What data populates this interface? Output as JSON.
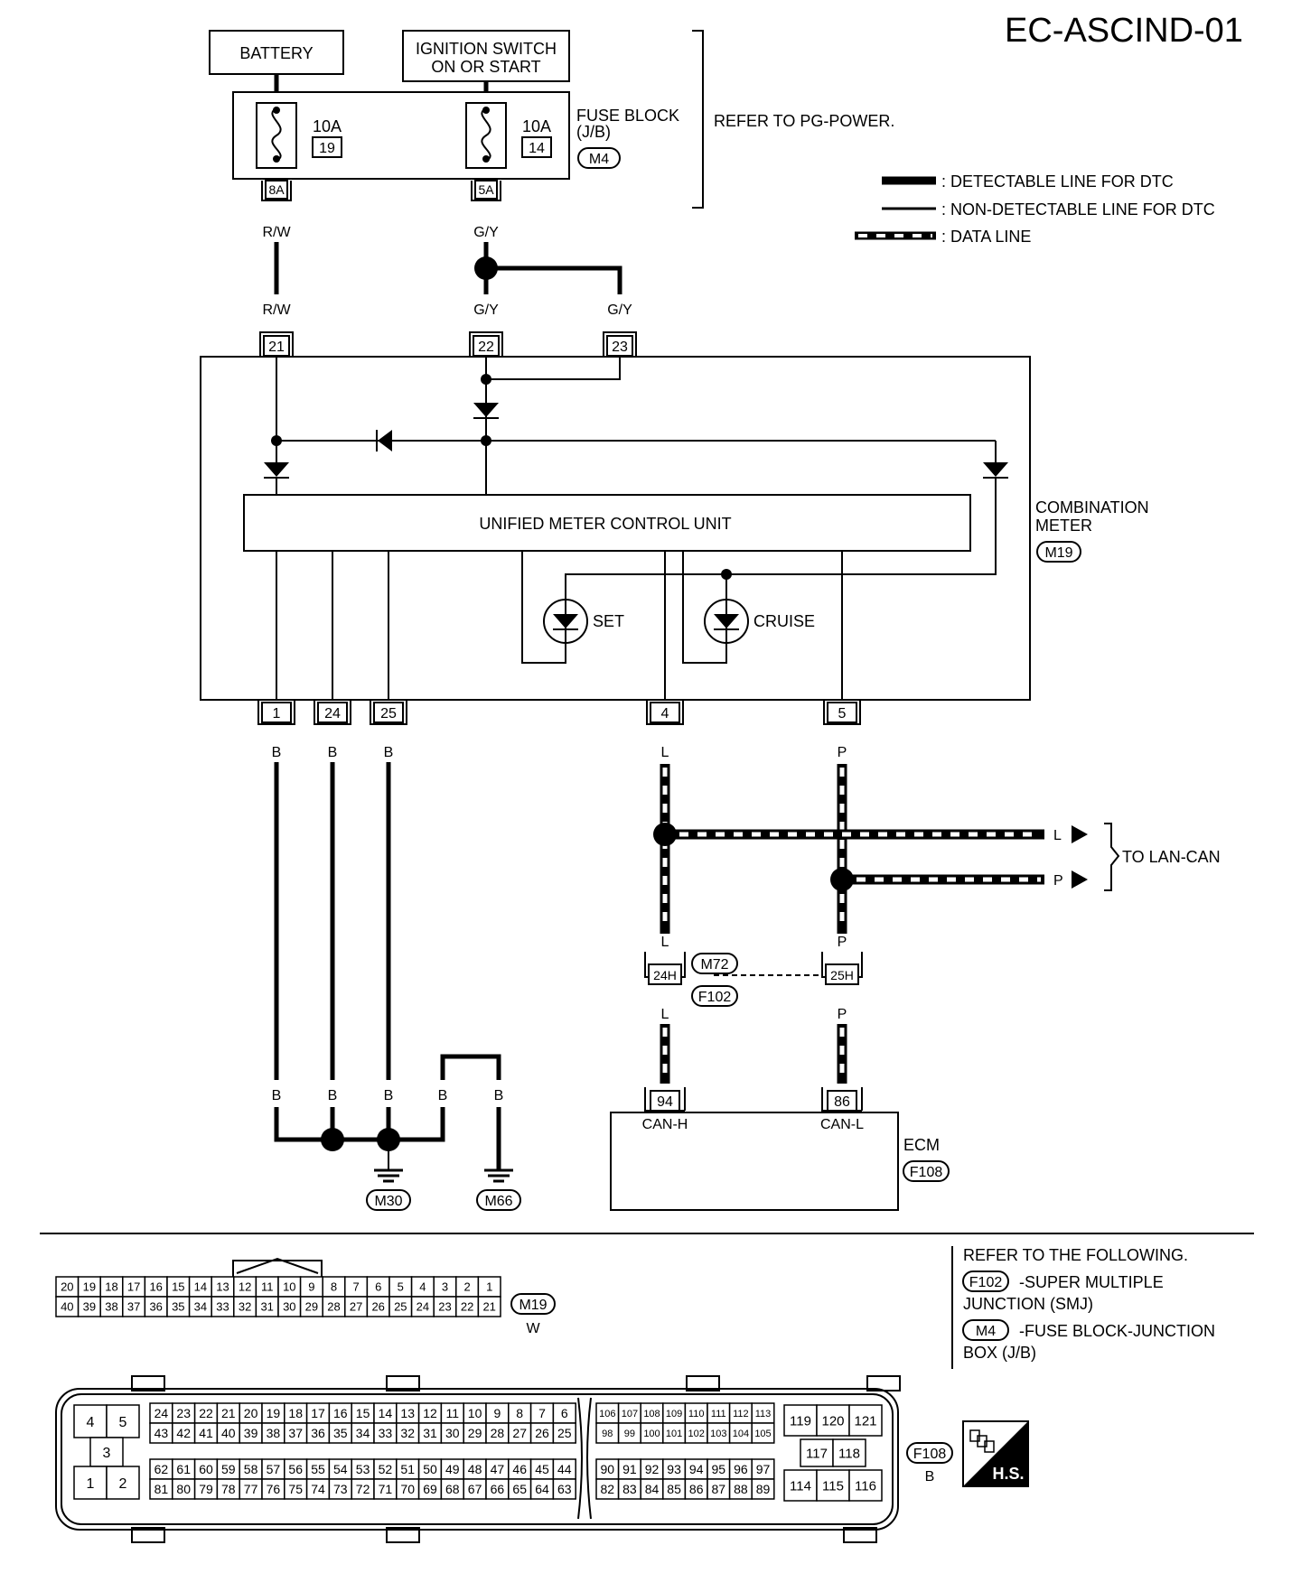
{
  "page_title": "EC-ASCIND-01",
  "supply": {
    "battery": "BATTERY",
    "ignition_line1": "IGNITION SWITCH",
    "ignition_line2": "ON OR START",
    "fuse_amp_1": "10A",
    "fuse_num_1": "19",
    "fuse_amp_2": "10A",
    "fuse_num_2": "14",
    "fuse_block_line1": "FUSE BLOCK",
    "fuse_block_line2": "(J/B)",
    "fuse_block_conn": "M4",
    "refer_power": "REFER TO PG-POWER.",
    "term_8a": "8A",
    "term_5a": "5A"
  },
  "legend": {
    "detectable": ": DETECTABLE LINE FOR DTC",
    "non_detectable": ": NON-DETECTABLE LINE FOR DTC",
    "data_line": ": DATA LINE"
  },
  "wires": {
    "rw": "R/W",
    "gy": "G/Y",
    "b": "B",
    "l": "L",
    "p": "P"
  },
  "meter": {
    "unit_label": "UNIFIED METER CONTROL UNIT",
    "name_line1": "COMBINATION",
    "name_line2": "METER",
    "conn": "M19",
    "set": "SET",
    "cruise": "CRUISE",
    "pins_top": [
      "21",
      "22",
      "23"
    ],
    "pins_bottom": [
      "1",
      "24",
      "25",
      "4",
      "5"
    ]
  },
  "lan": {
    "to_lan": "TO LAN-CAN",
    "j_left": "24H",
    "j_right": "25H",
    "conn_upper": "M72",
    "conn_lower": "F102"
  },
  "ecm": {
    "name": "ECM",
    "conn": "F108",
    "pin_h": "94",
    "pin_l": "86",
    "can_h": "CAN-H",
    "can_l": "CAN-L"
  },
  "grounds": [
    "M30",
    "M66"
  ],
  "refer_following": {
    "heading": "REFER TO THE FOLLOWING.",
    "item1_conn": "F102",
    "item1_line1": "-SUPER MULTIPLE",
    "item1_line2": "JUNCTION (SMJ)",
    "item2_conn": "M4",
    "item2_line1": "-FUSE BLOCK-JUNCTION",
    "item2_line2": "BOX (J/B)"
  },
  "connector_m19": {
    "id": "M19",
    "color": "W",
    "row1": [
      "20",
      "19",
      "18",
      "17",
      "16",
      "15",
      "14",
      "13",
      "12",
      "11",
      "10",
      "9",
      "8",
      "7",
      "6",
      "5",
      "4",
      "3",
      "2",
      "1"
    ],
    "row2": [
      "40",
      "39",
      "38",
      "37",
      "36",
      "35",
      "34",
      "33",
      "32",
      "31",
      "30",
      "29",
      "28",
      "27",
      "26",
      "25",
      "24",
      "23",
      "22",
      "21"
    ]
  },
  "connector_f108": {
    "id": "F108",
    "color": "B",
    "left_block": [
      "4",
      "5",
      "3",
      "1",
      "2"
    ],
    "mid_upper_row1": [
      "24",
      "23",
      "22",
      "21",
      "20",
      "19",
      "18",
      "17",
      "16",
      "15",
      "14",
      "13",
      "12",
      "11",
      "10",
      "9",
      "8",
      "7",
      "6"
    ],
    "mid_upper_row2": [
      "43",
      "42",
      "41",
      "40",
      "39",
      "38",
      "37",
      "36",
      "35",
      "34",
      "33",
      "32",
      "31",
      "30",
      "29",
      "28",
      "27",
      "26",
      "25"
    ],
    "mid_lower_row1": [
      "62",
      "61",
      "60",
      "59",
      "58",
      "57",
      "56",
      "55",
      "54",
      "53",
      "52",
      "51",
      "50",
      "49",
      "48",
      "47",
      "46",
      "45",
      "44"
    ],
    "mid_lower_row2": [
      "81",
      "80",
      "79",
      "78",
      "77",
      "76",
      "75",
      "74",
      "73",
      "72",
      "71",
      "70",
      "69",
      "68",
      "67",
      "66",
      "65",
      "64",
      "63"
    ],
    "right_upper_row1": [
      "106",
      "107",
      "108",
      "109",
      "110",
      "111",
      "112",
      "113"
    ],
    "right_upper_row2": [
      "98",
      "99",
      "100",
      "101",
      "102",
      "103",
      "104",
      "105"
    ],
    "right_lower_row1": [
      "90",
      "91",
      "92",
      "93",
      "94",
      "95",
      "96",
      "97"
    ],
    "right_lower_row2": [
      "82",
      "83",
      "84",
      "85",
      "86",
      "87",
      "88",
      "89"
    ],
    "far_right": [
      "119",
      "120",
      "121",
      "117",
      "118",
      "114",
      "115",
      "116"
    ]
  },
  "hs_label": "H.S."
}
